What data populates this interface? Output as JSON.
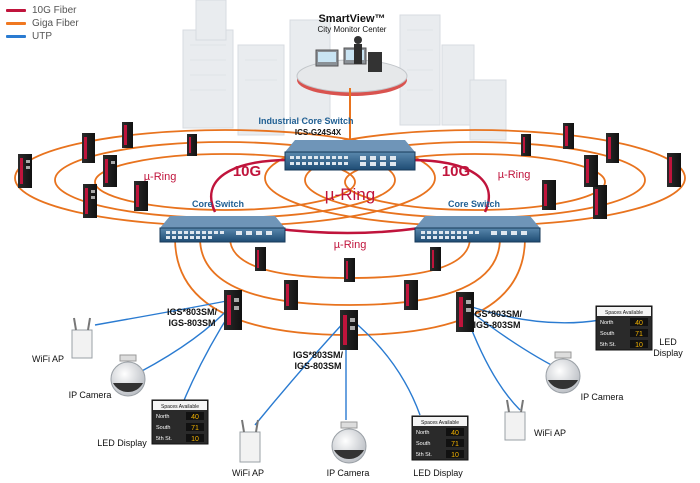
{
  "legend": {
    "items": [
      {
        "label": "10G Fiber",
        "color": "#c0143c"
      },
      {
        "label": "Giga Fiber",
        "color": "#f07820"
      },
      {
        "label": "UTP",
        "color": "#2a7bd1"
      }
    ]
  },
  "control_center": {
    "title": "SmartView™",
    "subtitle": "City Monitor Center"
  },
  "core": {
    "title": "Industrial Core Switch",
    "model": "ICS-G24S4X"
  },
  "core_switch_label": "Core Switch",
  "ring_labels": {
    "ten_g": "10G",
    "mu_ring_large": "µ-Ring",
    "mu_ring_small": "µ-Ring"
  },
  "edge_switch_labels": {
    "line1": "IGS*803SM/",
    "line2": "IGS-803SM"
  },
  "device_labels": {
    "wifi_ap": "WiFi AP",
    "ip_camera": "IP Camera",
    "led_display": "LED Display"
  },
  "led_display": {
    "header": "Spaces Available",
    "rows": [
      {
        "name": "North",
        "value": "40"
      },
      {
        "name": "South",
        "value": "71"
      },
      {
        "name": "5th St.",
        "value": "10"
      }
    ]
  },
  "colors": {
    "ten_g": "#c0143c",
    "giga": "#e8731e",
    "utp": "#2a7bd1",
    "switch_blue": "#1f5f93"
  }
}
